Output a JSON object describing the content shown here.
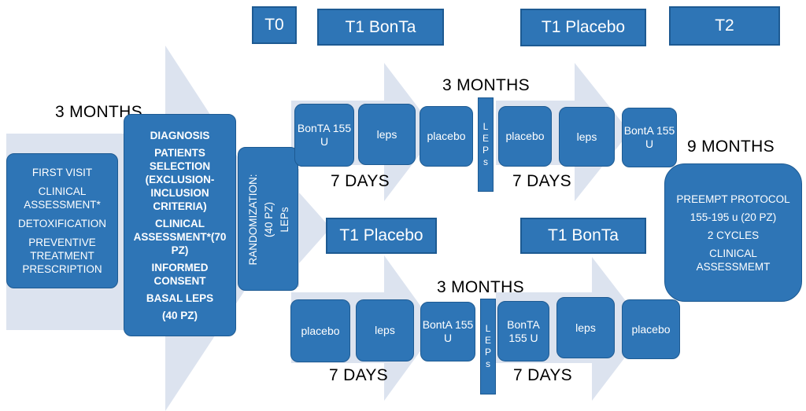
{
  "headers": {
    "t0": "T0",
    "t1_bonta_top": "T1 BonTa",
    "t1_placebo_top": "T1 Placebo",
    "t2": "T2",
    "t1_placebo_bottom": "T1 Placebo",
    "t1_bonta_bottom": "T1 BonTa"
  },
  "labels": {
    "three_months_left": "3 MONTHS",
    "three_months_top": "3 MONTHS",
    "three_months_bottom": "3 MONTHS",
    "nine_months": "9 MONTHS",
    "seven_days_top_left": "7 DAYS",
    "seven_days_top_right": "7 DAYS",
    "seven_days_bottom_left": "7 DAYS",
    "seven_days_bottom_right": "7 DAYS"
  },
  "first_visit": [
    "FIRST VISIT",
    "CLINICAL ASSESSMENT*",
    "DETOXIFICATION",
    "PREVENTIVE TREATMENT PRESCRIPTION"
  ],
  "diagnosis": [
    "DIAGNOSIS",
    "PATIENTS SELECTION (EXCLUSION-INCLUSION CRITERIA)",
    "CLINICAL ASSESSMENT*(70 PZ)",
    "INFORMED CONSENT",
    "BASAL LEPS",
    "(40 PZ)"
  ],
  "randomization": {
    "line1": "RANDOMIZATION:",
    "line2": "(40 PZ)",
    "line3": "LEPs"
  },
  "top_row": {
    "step1": "BonTA 155 U",
    "step2": "leps",
    "step3": "placebo",
    "separator": [
      "L",
      "E",
      "P",
      "s"
    ],
    "step4": "placebo",
    "step5": "leps",
    "step6": "BontA 155 U"
  },
  "bottom_row": {
    "step1": "placebo",
    "step2": "leps",
    "step3": "BontA 155 U",
    "separator": [
      "L",
      "E",
      "P",
      "s"
    ],
    "step4": "BonTA 155 U",
    "step5": "leps",
    "step6": "placebo"
  },
  "preempt": [
    "PREEMPT PROTOCOL",
    "155-195 u (20 PZ)",
    "2 CYCLES",
    "CLINICAL ASSESSMEMT"
  ],
  "colors": {
    "box_fill": "#2e75b6",
    "arrow_fill": "#dce3ef",
    "text_on_box": "#ffffff"
  }
}
